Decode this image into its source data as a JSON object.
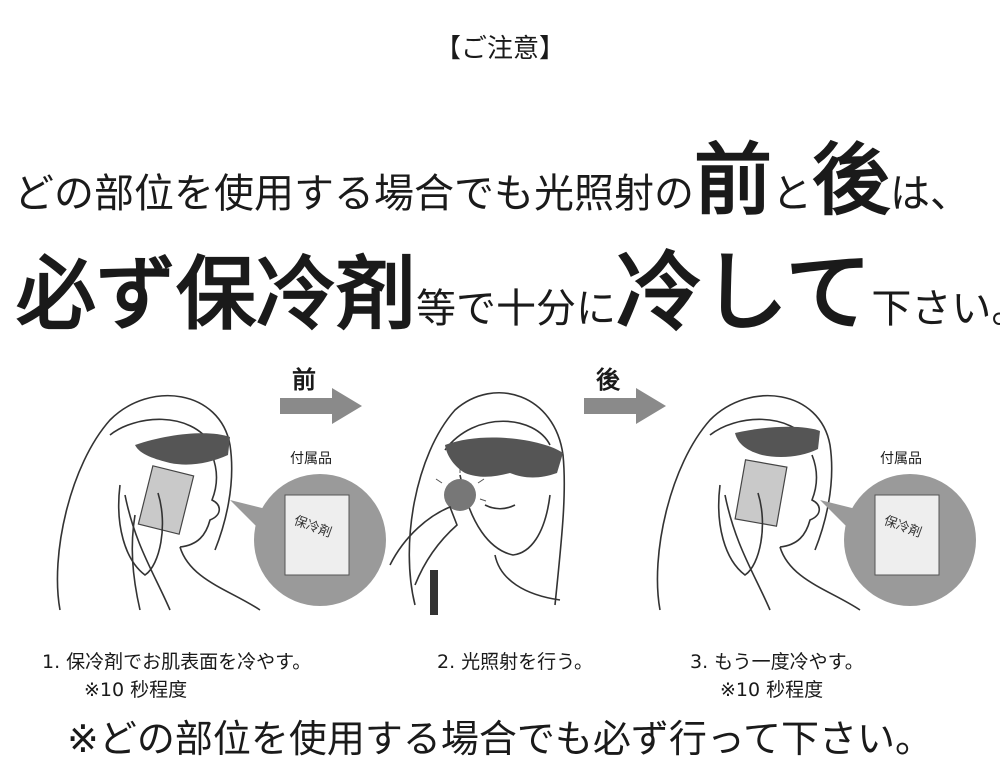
{
  "notice": {
    "title": "【ご注意】"
  },
  "headline": {
    "line1_a": "どの部位を使用する場合でも光照射の",
    "line1_before": "前",
    "line1_to": "と",
    "line1_after": "後",
    "line1_end": "は、",
    "line2_must": "必ず保冷剤",
    "line2_mid": "等で十分に",
    "line2_cool": "冷して",
    "line2_end": "下さい。"
  },
  "arrows": {
    "before": "前",
    "after": "後"
  },
  "accessory": {
    "label": "付属品",
    "pack_text": "保冷剤"
  },
  "steps": [
    {
      "text": "1. 保冷剤でお肌表面を冷やす。",
      "note": "※10 秒程度"
    },
    {
      "text": "2. 光照射を行う。"
    },
    {
      "text": "3. もう一度冷やす。",
      "note": "※10 秒程度"
    }
  ],
  "footer": "※どの部位を使用する場合でも必ず行って下さい。"
}
